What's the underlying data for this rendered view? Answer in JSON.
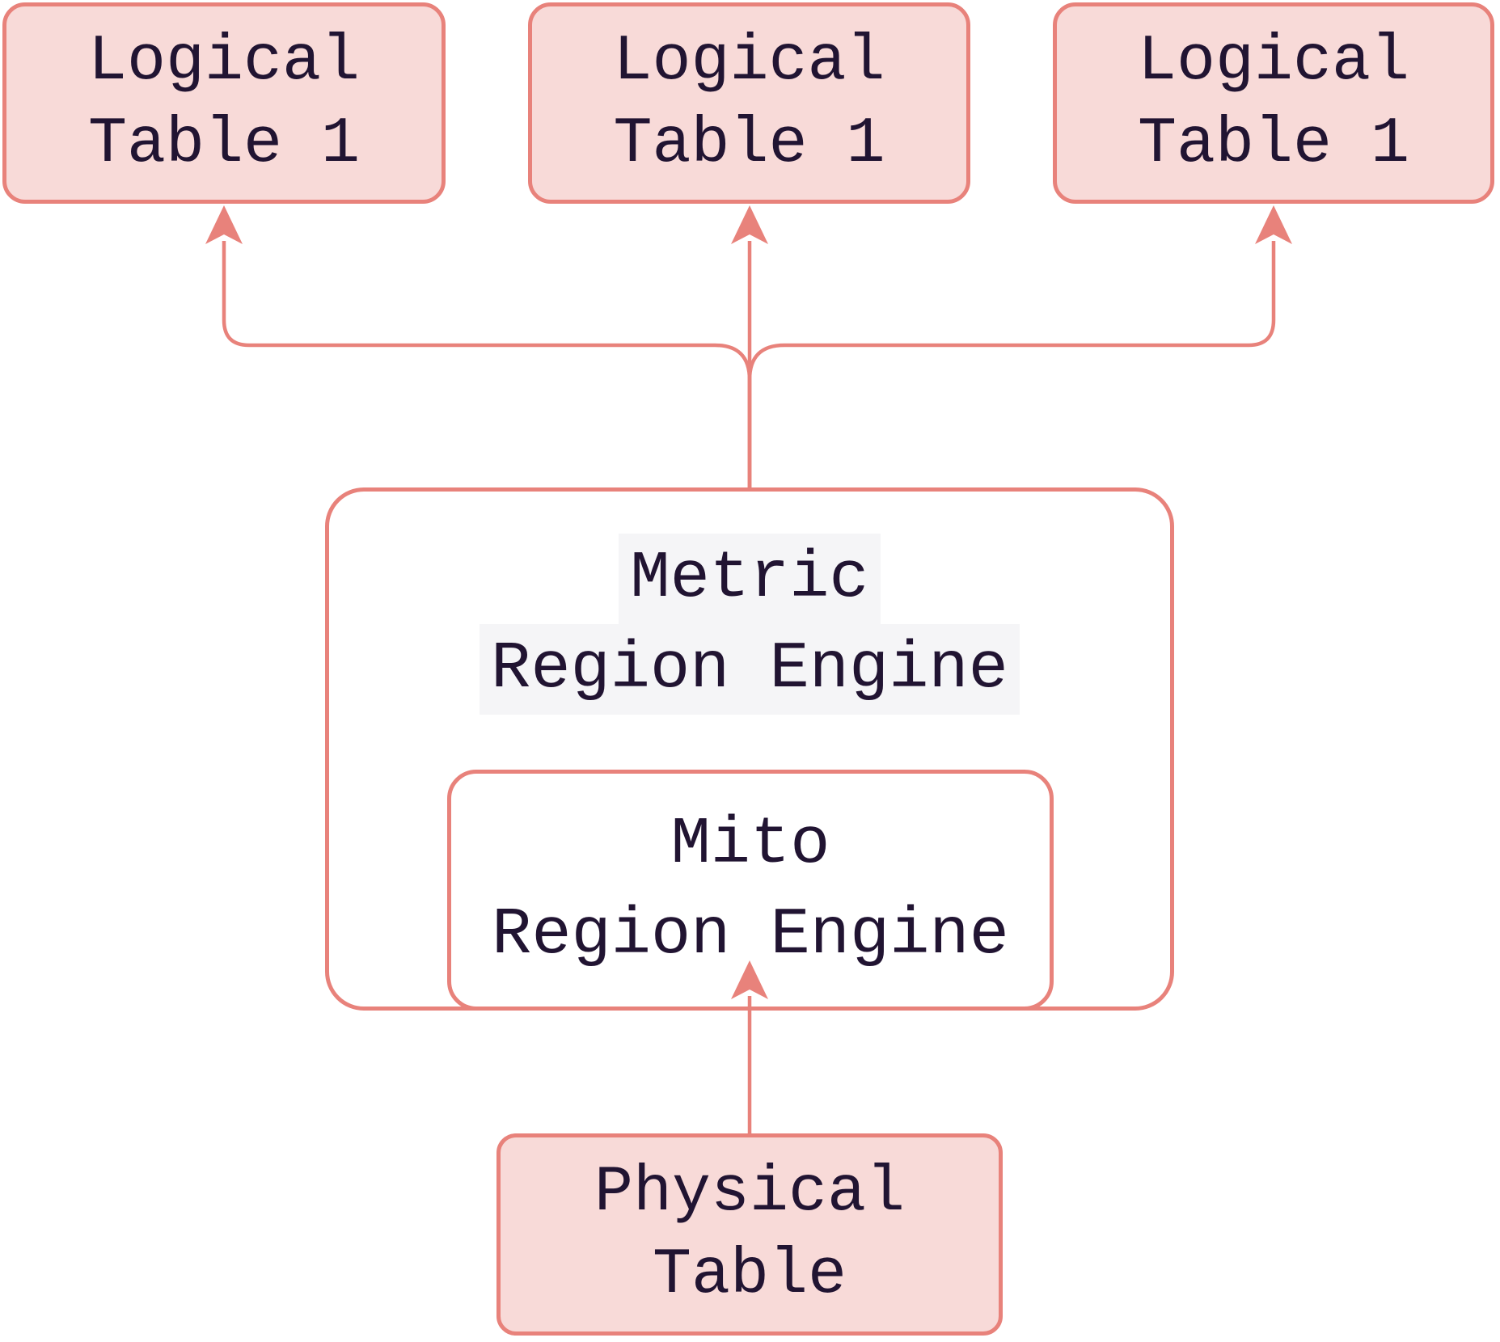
{
  "diagram": {
    "colors": {
      "background": "#ffffff",
      "stroke": "#e8827b",
      "node_fill": "#f8dad8",
      "cluster_fill": "#ffffff",
      "label_bg": "#f5f5f7",
      "text": "#211432"
    },
    "nodes": {
      "logical1": {
        "line1": "Logical",
        "line2": "Table 1"
      },
      "logical2": {
        "line1": "Logical",
        "line2": "Table 1"
      },
      "logical3": {
        "line1": "Logical",
        "line2": "Table 1"
      },
      "physical": {
        "line1": "Physical",
        "line2": "Table"
      }
    },
    "clusters": {
      "metric": {
        "line1": "Metric",
        "line2": "Region Engine"
      },
      "mito": {
        "line1": "Mito",
        "line2": "Region Engine"
      }
    },
    "edges": [
      {
        "from": "metric-region-engine",
        "to": "logical-table-1-left",
        "arrow": "up"
      },
      {
        "from": "metric-region-engine",
        "to": "logical-table-1-center",
        "arrow": "up"
      },
      {
        "from": "metric-region-engine",
        "to": "logical-table-1-right",
        "arrow": "up"
      },
      {
        "from": "physical-table",
        "to": "mito-region-engine",
        "arrow": "up"
      }
    ]
  }
}
